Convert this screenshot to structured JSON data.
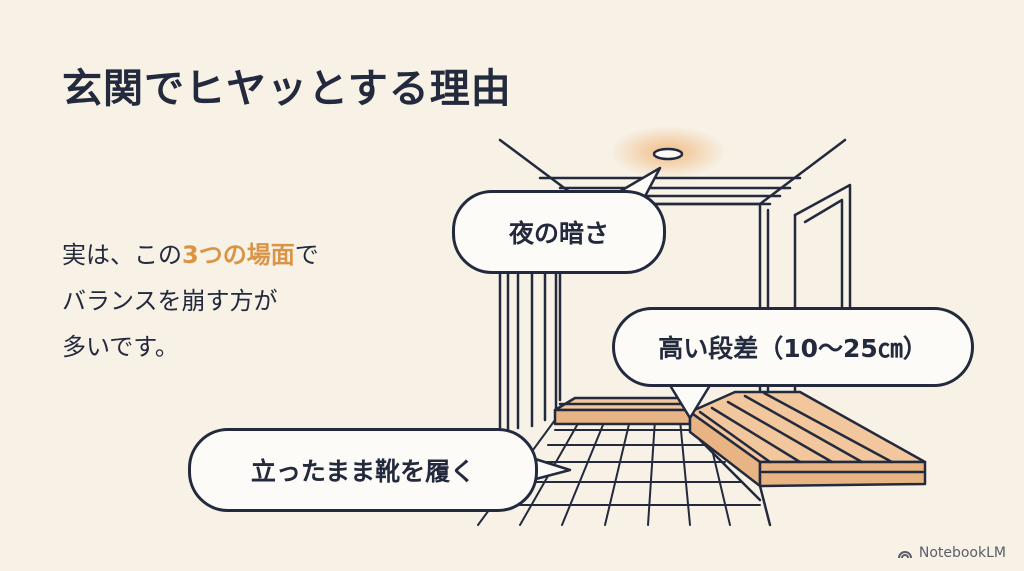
{
  "title": "玄関でヒヤッとする理由",
  "body": {
    "line1_before": "実は、この",
    "line1_accent": "3つの場面",
    "line1_after": "で",
    "line2": "バランスを崩す方が",
    "line3": "多いです。"
  },
  "bubbles": {
    "night": "夜の暗さ",
    "step": "高い段差（10～25㎝）",
    "shoes": "立ったまま靴を履く"
  },
  "brand": {
    "icon": "notebooklm-logo-icon",
    "label": "NotebookLM"
  },
  "colors": {
    "background": "#f7f1e6",
    "text": "#232a3d",
    "accent": "#d99545",
    "wood": "#e9b483"
  }
}
